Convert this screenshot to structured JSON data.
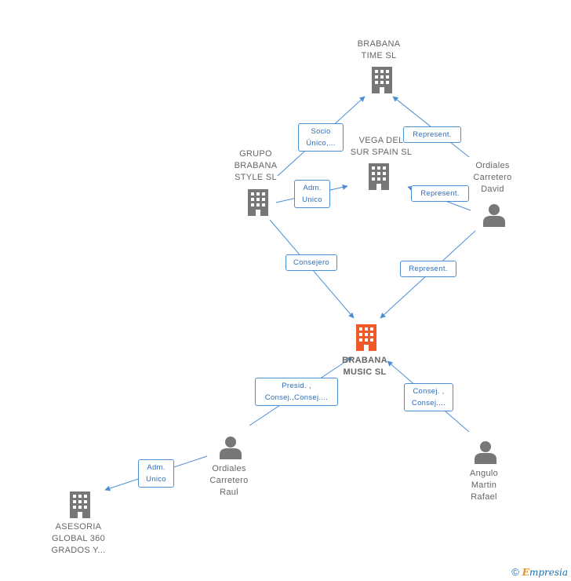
{
  "nodes": {
    "brabana_time": {
      "label": "BRABANA\nTIME SL",
      "type": "company"
    },
    "grupo_brabana": {
      "label": "GRUPO\nBRABANA\nSTYLE  SL",
      "type": "company"
    },
    "vega_del_sur": {
      "label": "VEGA DEL\nSUR SPAIN  SL",
      "type": "company"
    },
    "ordiales_david": {
      "label": "Ordiales\nCarretero\nDavid",
      "type": "person"
    },
    "brabana_music": {
      "label": "BRABANA\nMUSIC SL",
      "type": "company-main"
    },
    "ordiales_raul": {
      "label": "Ordiales\nCarretero\nRaul",
      "type": "person"
    },
    "angulo": {
      "label": "Angulo\nMartin\nRafael",
      "type": "person"
    },
    "asesoria": {
      "label": "ASESORIA\nGLOBAL 360\nGRADOS Y...",
      "type": "company"
    }
  },
  "edges": {
    "socio_unico": "Socio\nÚnico,...",
    "adm_unico_1": "Adm.\nUnico",
    "represent_1": "Represent.",
    "represent_2": "Represent.",
    "consejero": "Consejero",
    "represent_3": "Represent.",
    "presid": "Presid. ,\nConsej.,Consej....",
    "consej": "Consej. ,\nConsej....",
    "adm_unico_2": "Adm.\nUnico"
  },
  "footer": {
    "copyright": "©",
    "brand_initial": "E",
    "brand_rest": "mpresia"
  },
  "colors": {
    "edge": "#4a8fd4",
    "company": "#777777",
    "main_company": "#f05a28",
    "person": "#777777"
  }
}
